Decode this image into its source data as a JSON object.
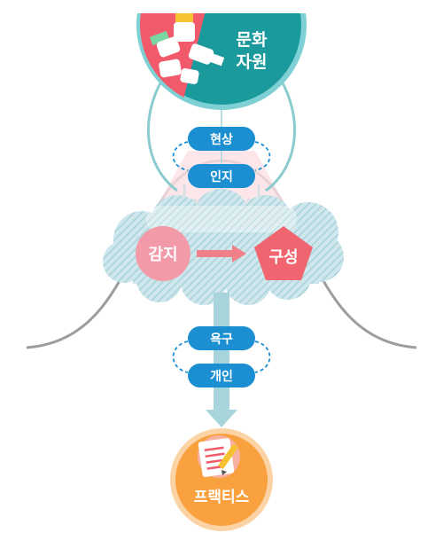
{
  "top_circle": {
    "label_line1": "문화",
    "label_line2": "자원",
    "color": "#1a9a9c"
  },
  "pills": {
    "phenomenon": "현상",
    "cognition": "인지",
    "desire": "욕구",
    "individual": "개인"
  },
  "cloud": {
    "left_node": "감지",
    "right_node": "구성"
  },
  "bottom_circle": {
    "label": "프랙티스",
    "color": "#f9a03f"
  },
  "colors": {
    "pill": "#1b8fd1",
    "cloud": "#c9e5ea",
    "sense": "#f39aa8",
    "compose": "#f0656f",
    "curve": "#999999"
  },
  "icons": {
    "top": "hands-together-icon",
    "bottom": "notepad-pencil-icon",
    "arrow": "arrow-right-icon"
  }
}
